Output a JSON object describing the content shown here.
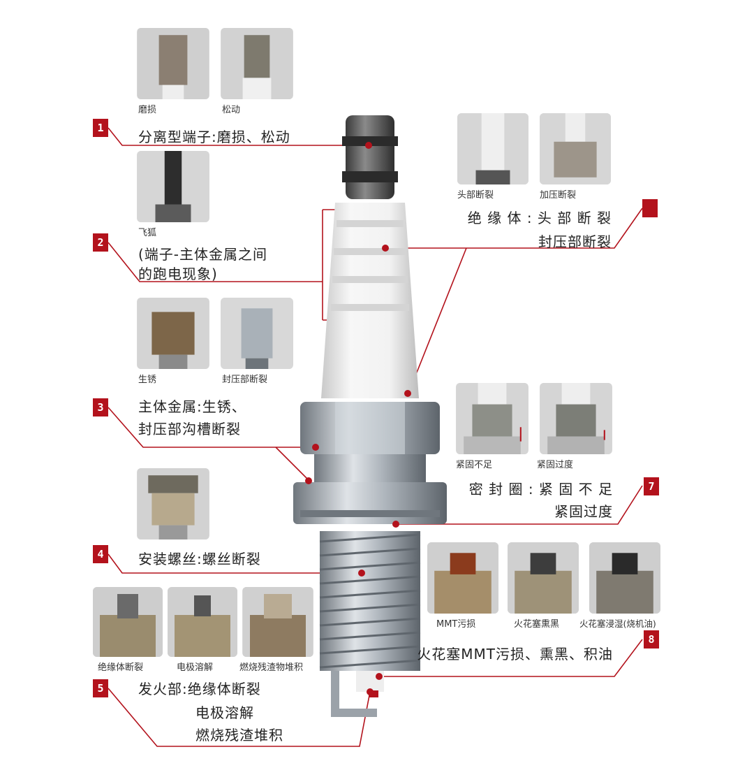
{
  "colors": {
    "accent": "#b3121c",
    "line": "#b3121c",
    "insulator": "#ededed",
    "metal": "#9da5ad"
  },
  "sections": [
    {
      "number": "1",
      "label_lines": [
        "分离型端子:磨损、松动"
      ],
      "thumbs": [
        "磨损",
        "松动"
      ]
    },
    {
      "number": "2",
      "label_lines": [
        "(端子-主体金属之间",
        "的跑电现象)"
      ],
      "thumbs": [
        "飞狐"
      ]
    },
    {
      "number": "3",
      "label_lines": [
        "主体金属:生锈、",
        "封压部沟槽断裂"
      ],
      "thumbs": [
        "生锈",
        "封压部断裂"
      ]
    },
    {
      "number": "4",
      "label_lines": [
        "安装螺丝:螺丝断裂"
      ],
      "thumbs": []
    },
    {
      "number": "5",
      "label_lines": [
        "发火部:绝缘体断裂",
        "电极溶解",
        "燃烧残渣堆积"
      ],
      "thumbs": [
        "绝缘体断裂",
        "电极溶解",
        "燃烧残渣物堆积"
      ]
    },
    {
      "number": "",
      "label_lines": [
        "绝 缘 体 : 头 部 断 裂",
        "封压部断裂"
      ],
      "thumbs": [
        "头部断裂",
        "加压断裂"
      ]
    },
    {
      "number": "7",
      "label_lines": [
        "密 封 圈 : 紧 固 不 足",
        "紧固过度"
      ],
      "thumbs": [
        "紧固不足",
        "紧固过度"
      ]
    },
    {
      "number": "8",
      "label_lines": [
        "火花塞MMT污损、熏黑、积油"
      ],
      "thumbs": [
        "MMT污损",
        "火花塞熏黑",
        "火花塞浸湿(烧机油)"
      ]
    }
  ]
}
